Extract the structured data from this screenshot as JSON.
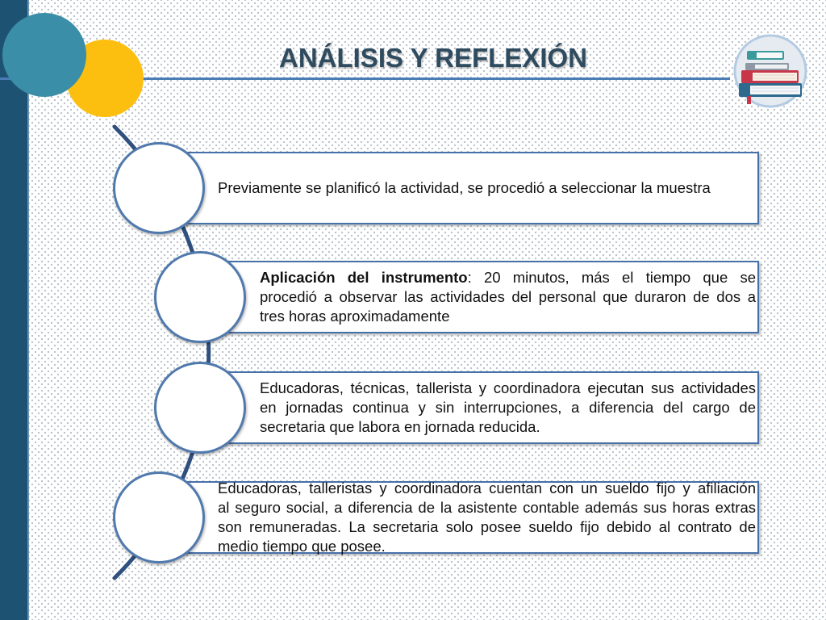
{
  "slide": {
    "title": "ANÁLISIS Y REFLEXIÓN"
  },
  "steps": [
    {
      "lines": [
        {
          "text": "Previamente se planificó la actividad, se procedió a seleccionar la muestra"
        }
      ]
    },
    {
      "lines": [
        {
          "bold": "Aplicación del instrumento",
          "text": ": 20 minutos, más el tiempo que se"
        },
        {
          "text": "procedió a observar las actividades del personal que duraron de dos a"
        },
        {
          "text": "tres horas aproximadamente"
        }
      ]
    },
    {
      "lines": [
        {
          "text": "Educadoras, técnicas, tallerista y coordinadora ejecutan sus actividades"
        },
        {
          "text": "en jornadas continua y sin interrupciones, a diferencia del cargo de"
        },
        {
          "text": "secretaria que labora en jornada reducida."
        }
      ]
    },
    {
      "lines": [
        {
          "text": "Educadoras, talleristas y coordinadora cuentan con un sueldo fijo y afiliación"
        },
        {
          "text": "al seguro social, a diferencia de la asistente contable además sus horas extras"
        },
        {
          "text": "son remuneradas. La secretaria solo posee sueldo fijo debido al contrato de"
        },
        {
          "text": "medio tiempo que posee."
        }
      ]
    }
  ],
  "icons": {
    "header_icon": "books-icon"
  },
  "colors": {
    "sidebar": "#1e5272",
    "accent_teal": "#3a8ea7",
    "accent_yellow": "#fcbf10",
    "rule": "#4a7db5",
    "title": "#2e4b5f",
    "connector": "#2f4f7d",
    "box_border": "#4670a8",
    "circle_border": "#5079ad"
  }
}
